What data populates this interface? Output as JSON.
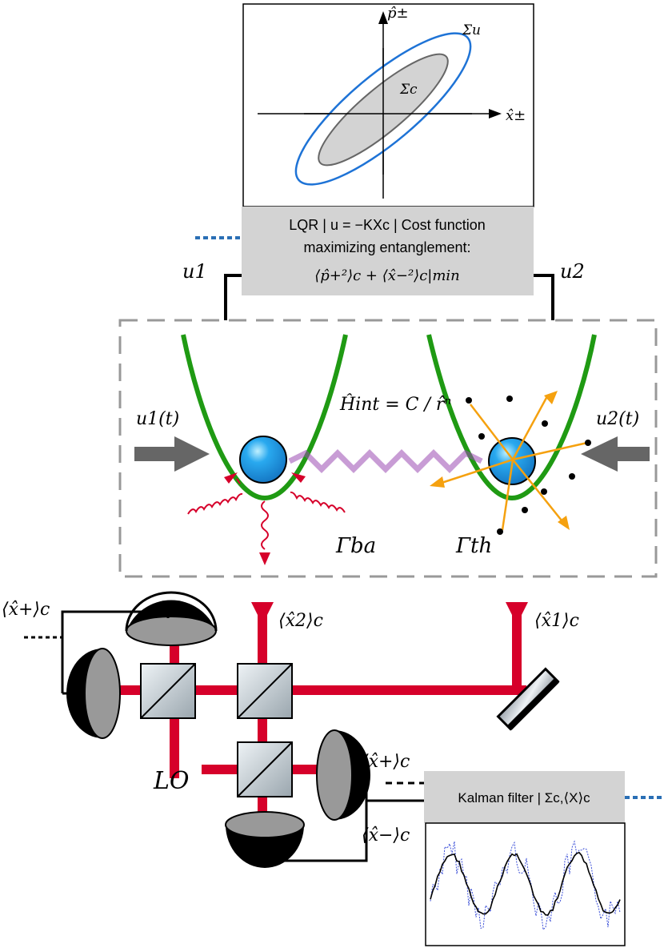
{
  "colors": {
    "beam": "#d6002a",
    "potential": "#1f9a13",
    "particle": "#29a9ef",
    "interaction": "#9b4ab2",
    "thermal": "#f5a10f",
    "arrow_gray": "#666666",
    "box_fill": "#d3d3d3",
    "ellipse_outer": "#1e73d6",
    "ellipse_inner": "#d3d3d3",
    "dotted_link": "#2a6fb5",
    "trace_main": "#000000",
    "trace_noisy": "#3b4fd8"
  },
  "phase_space": {
    "y_axis_label": "p̂±",
    "x_axis_label": "x̂±",
    "outer_ellipse_label": "Σu",
    "inner_ellipse_label": "Σc"
  },
  "lqr_box": {
    "line1": "LQR | u = −KXc | Cost function",
    "line2": "maximizing entanglement:",
    "line3": "⟨p̂+²⟩c + ⟨x̂−²⟩c|min"
  },
  "control_labels": {
    "u1": "u1",
    "u2": "u2",
    "u1t": "u1(t)",
    "u2t": "u2(t)"
  },
  "physics_box": {
    "hamiltonian": "Ĥint = C / r̂ⁿ",
    "gamma_ba": "Γba",
    "gamma_th": "Γth"
  },
  "measurement": {
    "x2": "⟨x̂2⟩c",
    "x1": "⟨x̂1⟩c",
    "x_plus_top": "⟨x̂+⟩c",
    "x_plus_right": "⟨x̂+⟩c",
    "x_minus": "⟨x̂−⟩c",
    "lo": "LO"
  },
  "kalman_box": {
    "label": "Kalman filter | Σc,⟨X⟩c"
  }
}
